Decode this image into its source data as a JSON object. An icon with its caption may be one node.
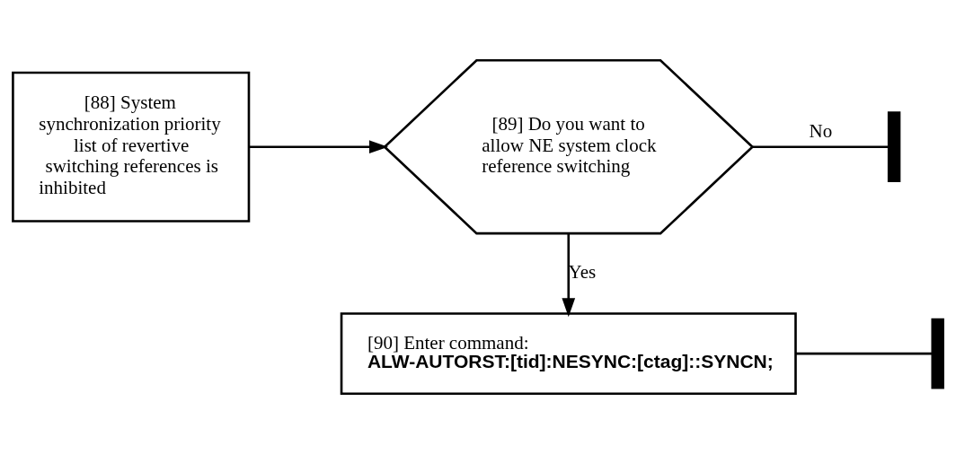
{
  "diagram": {
    "nodes": [
      {
        "text": [
          "[88] System synchronization priority list of revertive switching references is inhibited"
        ]
      },
      {
        "text": [
          "[89] Do you want to allow NE system clock reference switching"
        ]
      },
      {
        "text": [],
        "shape": "bar"
      },
      {
        "text": [
          "[90] Enter command:",
          "ALW-AUTORST:[tid]:NESYNC:[ctag]::SYNCN;"
        ]
      },
      {
        "text": [],
        "shape": "bar"
      }
    ],
    "edges": [
      {
        "from": 0,
        "to": 1,
        "arrow": "to"
      },
      {
        "from": 1,
        "to": 2,
        "arrow": "none",
        "label": "No"
      },
      {
        "from": 1,
        "to": 3,
        "arrow": "to",
        "label": "Yes"
      },
      {
        "from": 3,
        "to": 4,
        "arrow": "none"
      }
    ]
  }
}
